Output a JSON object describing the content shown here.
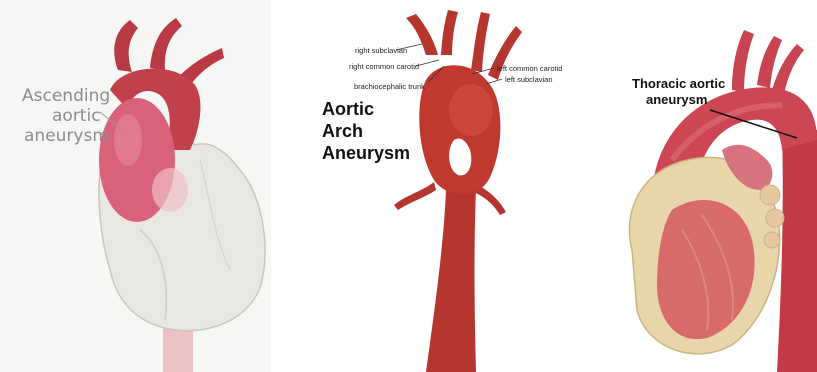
{
  "panels": [
    {
      "label_lines": [
        "Ascending",
        "aortic",
        "aneurysm"
      ]
    },
    {
      "callouts": {
        "right_subclavian": "right subclavian",
        "right_common_carotid": "right common carotid",
        "brachiocephalic_trunk": "brachiocephalic trunk",
        "left_common_carotid": "left common carotid",
        "left_subclavian": "left subclavian"
      },
      "heading_lines": [
        "Aortic",
        "Arch",
        "Aneurysm"
      ]
    },
    {
      "heading_lines": [
        "Thoracic aortic",
        "aneurysm"
      ]
    }
  ],
  "colors": {
    "artery": "#b32f2f",
    "artery_light": "#c94a4a",
    "aneurysm": "#d85a6a",
    "heart_outline": "#e6e4df",
    "heart_muscle": "#d86a6a"
  }
}
